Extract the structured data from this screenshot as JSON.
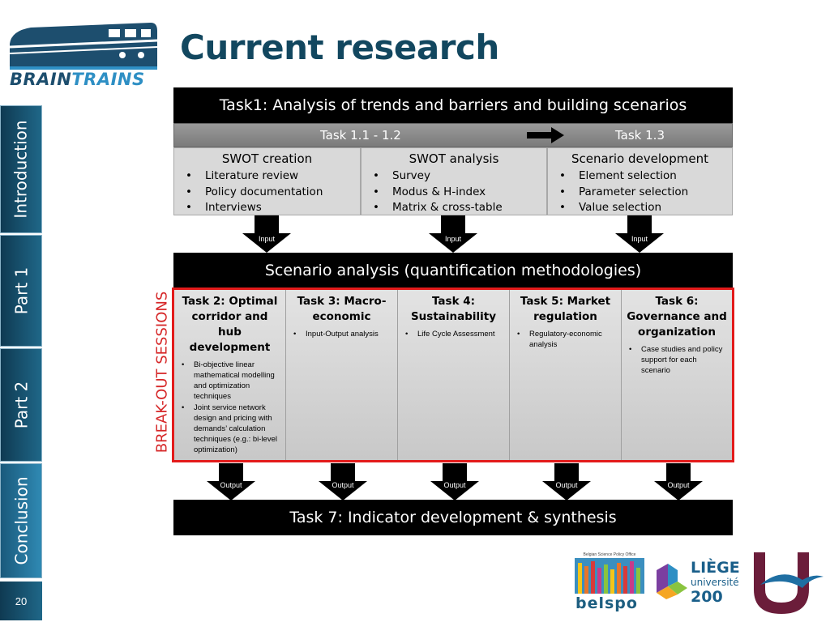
{
  "brand": {
    "name_part1": "BRAIN",
    "name_part2": "TRAINS"
  },
  "title": "Current research",
  "nav": {
    "items": [
      "Introduction",
      "Part 1",
      "Part 2",
      "Conclusion"
    ],
    "page_number": "20"
  },
  "task1": {
    "header": "Task1: Analysis of trends and barriers and building scenarios",
    "sub_left": "Task 1.1 - 1.2",
    "sub_right": "Task 1.3",
    "columns": [
      {
        "title": "SWOT creation",
        "items": [
          "Literature review",
          "Policy documentation",
          "Interviews"
        ]
      },
      {
        "title": "SWOT analysis",
        "items": [
          "Survey",
          "Modus & H-index",
          "Matrix & cross-table"
        ]
      },
      {
        "title": "Scenario development",
        "items": [
          "Element selection",
          "Parameter selection",
          "Value selection"
        ]
      }
    ]
  },
  "input_label": "Input",
  "output_label": "Output",
  "scenario_bar": "Scenario analysis (quantification methodologies)",
  "breakout_label": "BREAK-OUT SESSIONS",
  "tasks": [
    {
      "title": "Task 2: Optimal corridor and hub development",
      "items": [
        "Bi-objective linear mathematical modelling and optimization techniques",
        "Joint service network design and pricing with demands’ calculation techniques (e.g.: bi-level optimization)"
      ]
    },
    {
      "title": "Task 3: Macro-economic",
      "items": [
        "Input-Output analysis"
      ]
    },
    {
      "title": "Task 4: Sustainability",
      "items": [
        "Life Cycle Assessment"
      ]
    },
    {
      "title": "Task 5: Market regulation",
      "items": [
        "Regulatory-economic analysis"
      ]
    },
    {
      "title": "Task 6: Governance and organization",
      "items": [
        "Case studies and policy support for each scenario"
      ]
    }
  ],
  "task7": "Task 7: Indicator development & synthesis",
  "footer_logos": {
    "belspo_caption": "Belgian Science Policy Office",
    "belspo": "belspo",
    "liege_line1": "LIÈGE",
    "liege_line2": "université",
    "liege_line3": "200"
  }
}
